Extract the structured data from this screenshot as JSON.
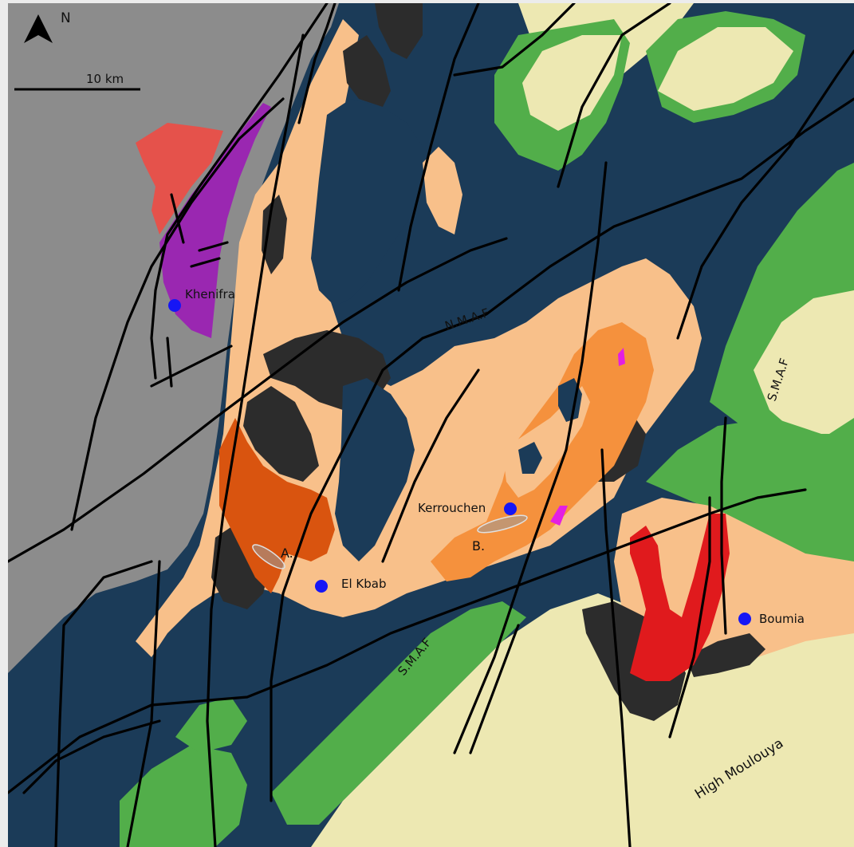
{
  "north_arrow": {
    "label": "N",
    "icon": "north-arrow-icon"
  },
  "scale_bar": {
    "label": "10 km"
  },
  "places": [
    {
      "name": "Khenifra"
    },
    {
      "name": "Kerrouchen"
    },
    {
      "name": "El Kbab"
    },
    {
      "name": "Boumia"
    }
  ],
  "fault_labels": {
    "nmaf": "N.M.A.F",
    "smaf_east": "S.M.A.F",
    "smaf_south": "S.M.A.F"
  },
  "region_label": "High Moulouya",
  "area_labels": {
    "a": "A.",
    "b": "B."
  },
  "colors": {
    "paleozoic_grey": "#8c8c8c",
    "lias_blue": "#1b3b58",
    "dark_marl": "#2c2c2c",
    "peach": "#f8c08a",
    "orange": "#f5913d",
    "dark_orange": "#d9540f",
    "light_green": "#52ae4a",
    "cream": "#ede8b2",
    "salmon": "#e5524b",
    "purple": "#9a27b1",
    "red": "#e01a1d",
    "magenta": "#e31fe3",
    "town_dot": "#1616f5"
  }
}
